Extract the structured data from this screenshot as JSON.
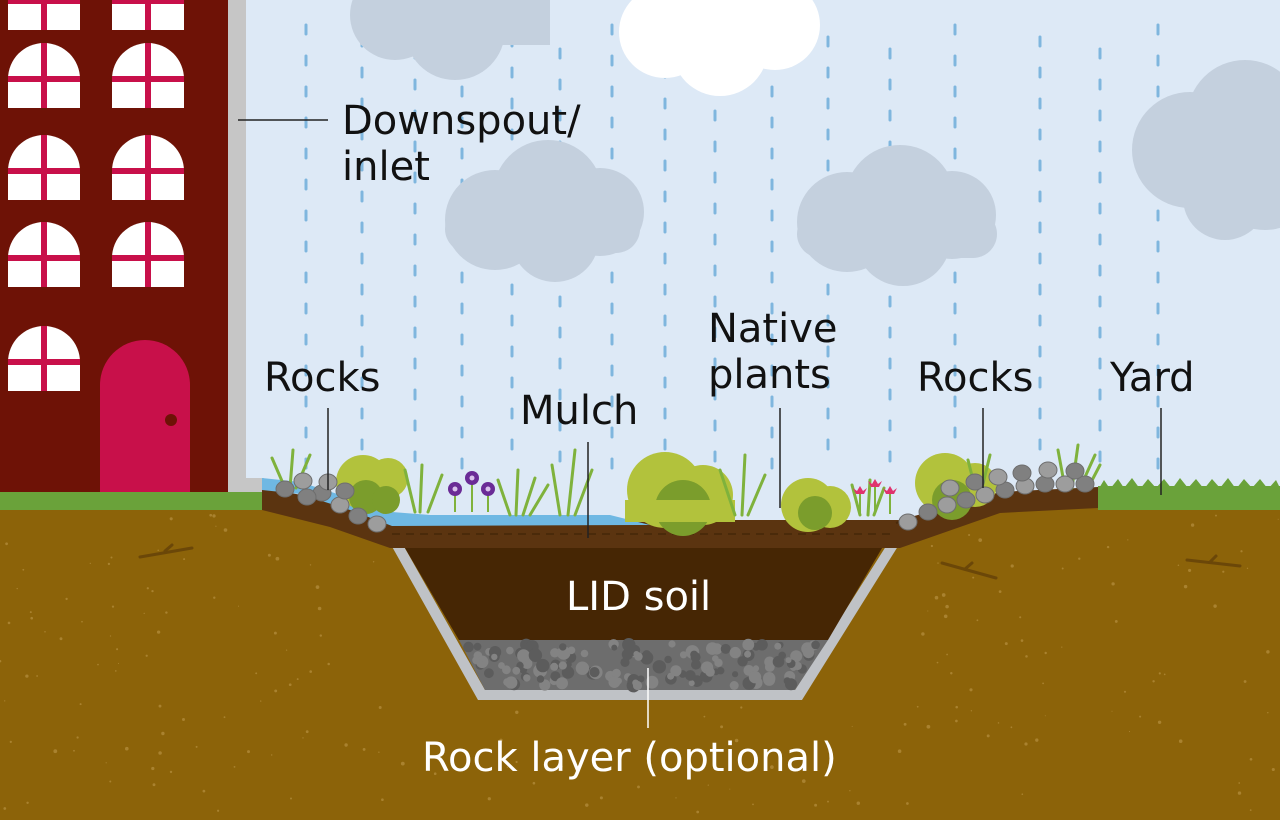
{
  "labels": {
    "downspout_line1": "Downspout/",
    "downspout_line2": "inlet",
    "rocks_left": "Rocks",
    "mulch": "Mulch",
    "native_line1": "Native",
    "native_line2": "plants",
    "rocks_right": "Rocks",
    "yard": "Yard",
    "lid_soil": "LID soil",
    "rock_layer": "Rock layer (optional)"
  },
  "colors": {
    "sky": "#dde9f6",
    "rain": "#7fb6de",
    "cloud_gray": "#c4d0de",
    "cloud_white": "#ffffff",
    "building": "#6e1206",
    "door": "#c8104a",
    "window_bar": "#c8104a",
    "downspout": "#c6c6c6",
    "ground": "#8c6309",
    "grass": "#6aa23a",
    "mulch": "#5b3410",
    "lid_soil": "#462604",
    "rock_layer": "#6d6d6d",
    "liner": "#bfc2c6",
    "water": "#6fb8e3",
    "plant_light": "#b2c23c",
    "plant_dark": "#7b9d2c"
  }
}
